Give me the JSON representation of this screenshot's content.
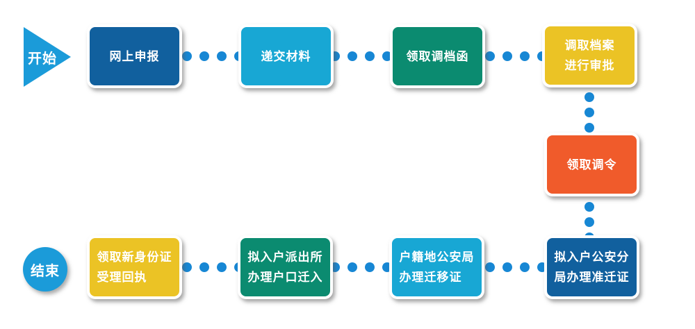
{
  "colors": {
    "dark_blue": "#11609e",
    "cyan": "#18a7d4",
    "teal": "#0b8b70",
    "yellow": "#ebc325",
    "orange": "#f05b2b",
    "shape_blue": "#1b9bd9",
    "dot_blue": "#1787d4"
  },
  "start": {
    "label": "开始"
  },
  "end": {
    "label": "结束"
  },
  "nodes": [
    {
      "id": "step-1",
      "label": "网上申报"
    },
    {
      "id": "step-2",
      "label": "递交材料"
    },
    {
      "id": "step-3",
      "label": "领取调档函"
    },
    {
      "id": "step-4",
      "label": "调取档案\n进行审批"
    },
    {
      "id": "step-5",
      "label": "领取调令"
    },
    {
      "id": "step-6",
      "label": "拟入户公安分\n局办理准迁证"
    },
    {
      "id": "step-7",
      "label": "户籍地公安局\n办理迁移证"
    },
    {
      "id": "step-8",
      "label": "拟入户派出所\n办理户口迁入"
    },
    {
      "id": "step-9",
      "label": "领取新身份证\n受理回执"
    }
  ]
}
